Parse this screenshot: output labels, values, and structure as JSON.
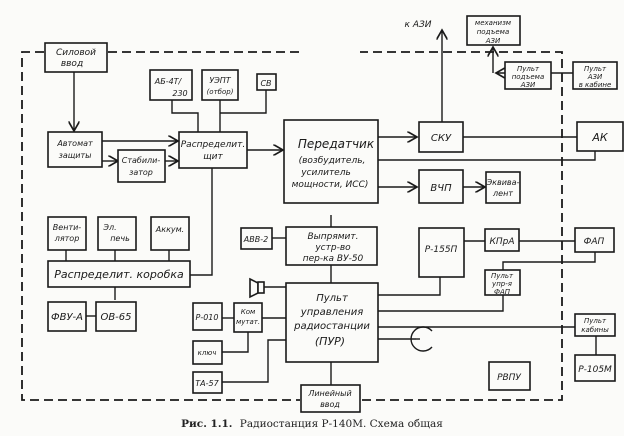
{
  "caption": {
    "label": "Рис. 1.1.",
    "text": "Радиостанция Р-140М. Схема общая"
  },
  "blocks": {
    "silovoy_vvod": [
      "Силовой",
      "ввод"
    ],
    "avtomat": [
      "Автомат",
      "защиты"
    ],
    "stabilizator": [
      "Стабили-",
      "затор"
    ],
    "raspredelit_shchit": [
      "Распределит.",
      "щит"
    ],
    "ab": [
      "АБ-4Т/",
      "230"
    ],
    "uept": [
      "УЭПТ",
      "(отбор)"
    ],
    "sv": [
      "СВ"
    ],
    "peredatchik": [
      "Передатчик",
      "(возбудитель,",
      "усилитель",
      "мощности, ИСС)"
    ],
    "sku": [
      "СКУ"
    ],
    "ak": [
      "АК"
    ],
    "vchp": [
      "ВЧП"
    ],
    "ekviv": [
      "Эквива-",
      "лент"
    ],
    "mekhanizm": [
      "механизм",
      "подъема",
      "АЗИ"
    ],
    "pult_podema": [
      "Пульт",
      "подъема",
      "АЗИ"
    ],
    "pult_azi_kabine": [
      "Пульт",
      "АЗИ",
      "в кабине"
    ],
    "k_azi": "к АЗИ",
    "ventilyator": [
      "Венти-",
      "лятор"
    ],
    "el_pech": [
      "Эл.",
      "печь"
    ],
    "akkum": [
      "Аккум."
    ],
    "raspredelit_korobka": [
      "Распределит. коробка"
    ],
    "fvu": [
      "ФВУ-А"
    ],
    "ov65": [
      "ОВ-65"
    ],
    "avv2": [
      "АВВ-2"
    ],
    "vypryamit": [
      "Выпрямит.",
      "устр-во",
      "пер-ка  ВУ-50"
    ],
    "r155p": [
      "Р-155П"
    ],
    "kpra": [
      "КПрА"
    ],
    "fap": [
      "ФАП"
    ],
    "pult_fap": [
      "Пульт",
      "упр-я",
      "ФАП"
    ],
    "pur": [
      "Пульт",
      "управления",
      "радиостанции",
      "(ПУР)"
    ],
    "r010": [
      "Р-010"
    ],
    "kommutator": [
      "Ком",
      "мутат."
    ],
    "klyuch": [
      "ключ"
    ],
    "ta57": [
      "ТА-57"
    ],
    "lineyny_vvod": [
      "Линейный",
      "ввод"
    ],
    "rvpu": [
      "РВПУ"
    ],
    "pult_kabiny": [
      "Пульт",
      "кабины"
    ],
    "r105m": [
      "Р-105М"
    ]
  },
  "icons": {
    "speaker": "speaker-icon",
    "microphone": "microphone-icon"
  }
}
